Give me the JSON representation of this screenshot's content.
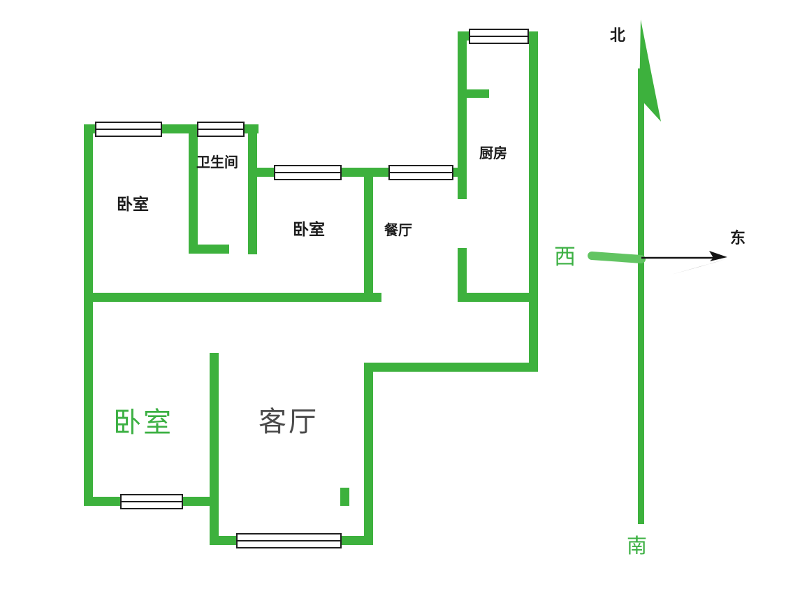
{
  "palette": {
    "wall_green": "#3db13d",
    "needle_light_green": "#62c462",
    "label_black": "#1c1c1c",
    "label_gray": "#4a4a4a",
    "label_green": "#3cb043"
  },
  "rooms": {
    "bedroom_nw": {
      "label": "卧室"
    },
    "bathroom": {
      "label": "卫生间"
    },
    "bedroom_mid": {
      "label": "卧室"
    },
    "dining": {
      "label": "餐厅"
    },
    "kitchen": {
      "label": "厨房"
    },
    "bedroom_sw": {
      "label": "卧室"
    },
    "living": {
      "label": "客厅"
    }
  },
  "compass": {
    "north": "北",
    "south": "南",
    "east": "东",
    "west": "西"
  }
}
